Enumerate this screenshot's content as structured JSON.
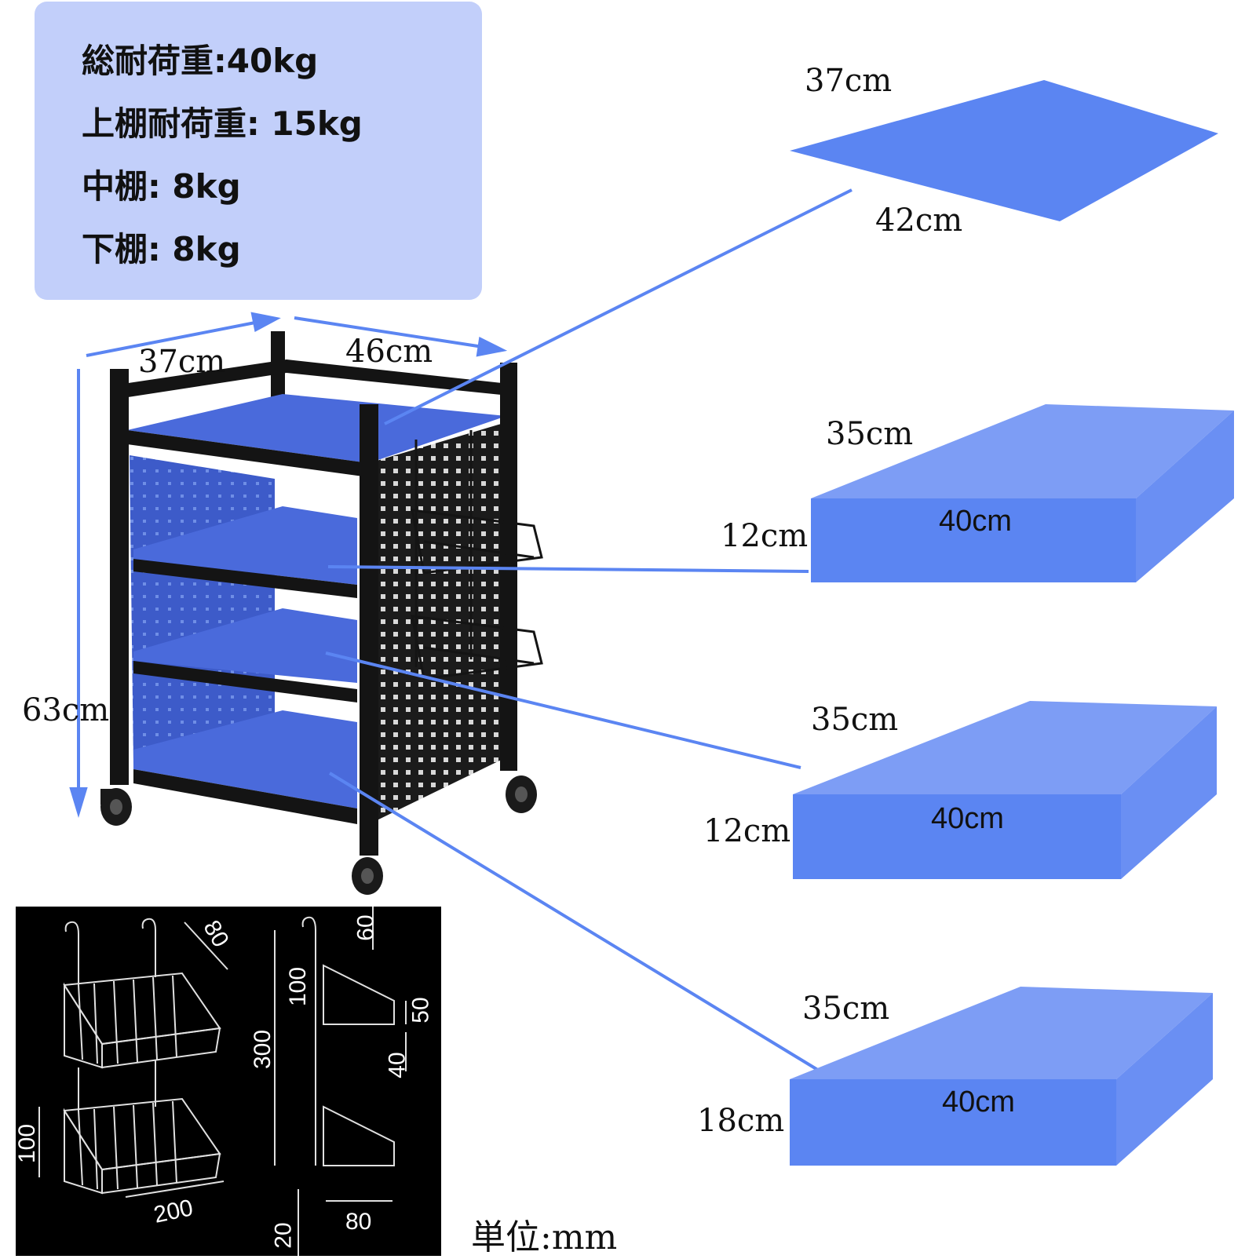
{
  "load_box": {
    "total": "総耐荷重:40kg",
    "top": "上棚耐荷重: 15kg",
    "middle": "中棚: 8kg",
    "bottom": "下棚: 8kg"
  },
  "cart_dims": {
    "depth": "37cm",
    "width": "46cm",
    "height": "63cm"
  },
  "top_panel": {
    "depth": "37cm",
    "width": "42cm"
  },
  "middle_shelf": {
    "depth": "35cm",
    "height": "12cm",
    "width": "40cm"
  },
  "lower_shelf": {
    "depth": "35cm",
    "height": "12cm",
    "width": "40cm"
  },
  "bottom_shelf": {
    "depth": "35cm",
    "height": "18cm",
    "width": "40cm"
  },
  "basket_drawing": {
    "d80_top": "80",
    "d200": "200",
    "d100_left": "100",
    "d60": "60",
    "d100_side": "100",
    "d300": "300",
    "d50": "50",
    "d40": "40",
    "d80_bottom": "80",
    "d20": "20"
  },
  "unit_label": "単位:mm",
  "colors": {
    "accent_blue": "#5b85f2",
    "light_blue": "#c2cffa",
    "frame": "#141414"
  }
}
